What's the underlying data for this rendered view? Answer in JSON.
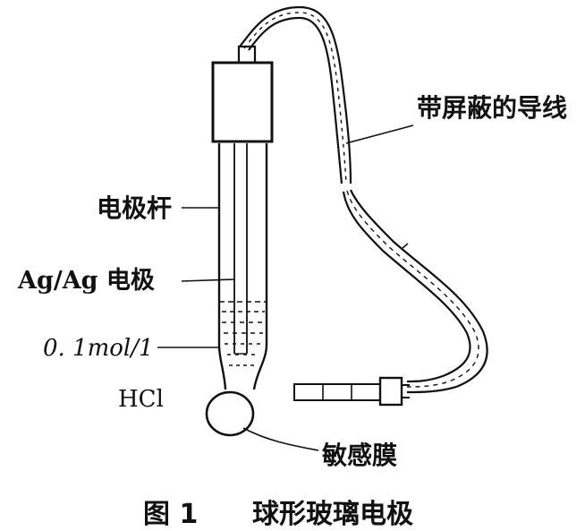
{
  "labels": {
    "shielded_cable": "带屏蔽的导线",
    "electrode_rod": "电极杆",
    "ag_electrode": "Ag/Ag 电极",
    "hcl_concentration": "0. 1mol/1",
    "hcl": "HCl",
    "sensitive_membrane": "敏感膜"
  },
  "caption": {
    "figure_number": "图 1",
    "title": "球形玻璃电极"
  }
}
